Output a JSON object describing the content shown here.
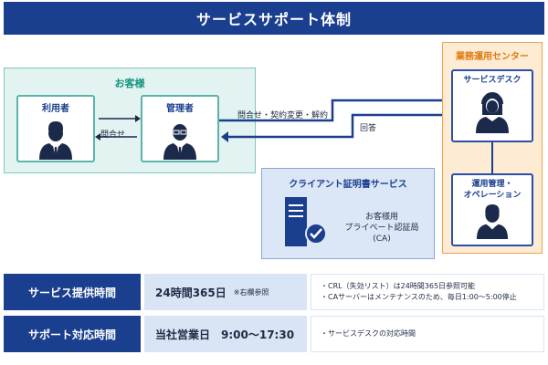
{
  "title": "サービスサポート体制",
  "customer": {
    "title": "お客様",
    "user_label": "利用者",
    "admin_label": "管理者",
    "inquiry_label": "問合せ"
  },
  "flows": {
    "outgoing_label": "問合せ・契約変更・解約",
    "reply_label": "回答"
  },
  "operations": {
    "title": "業務運用センター",
    "service_desk_label": "サービスデスク",
    "ops_label_line1": "運用管理・",
    "ops_label_line2": "オペレーション"
  },
  "ca_service": {
    "title": "クライアント証明書サービス",
    "line1": "お客様用",
    "line2": "プライベート認証局",
    "line3": "(CA)"
  },
  "table": {
    "rows": [
      {
        "header": "サービス提供時間",
        "main": "24時間365日",
        "main_note": "※右欄参照",
        "notes": [
          "・CRL（失効リスト）は24時間365日参照可能",
          "・CAサーバーはメンテナンスのため、毎日1:00〜5:00停止"
        ]
      },
      {
        "header": "サポート対応時間",
        "main": "当社営業日　9:00〜17:30",
        "main_note": "",
        "notes": [
          "・サービスデスクの対応時間"
        ]
      }
    ]
  },
  "colors": {
    "navy": "#1b3f8f",
    "teal": "#14957f",
    "orange": "#e07a10"
  }
}
